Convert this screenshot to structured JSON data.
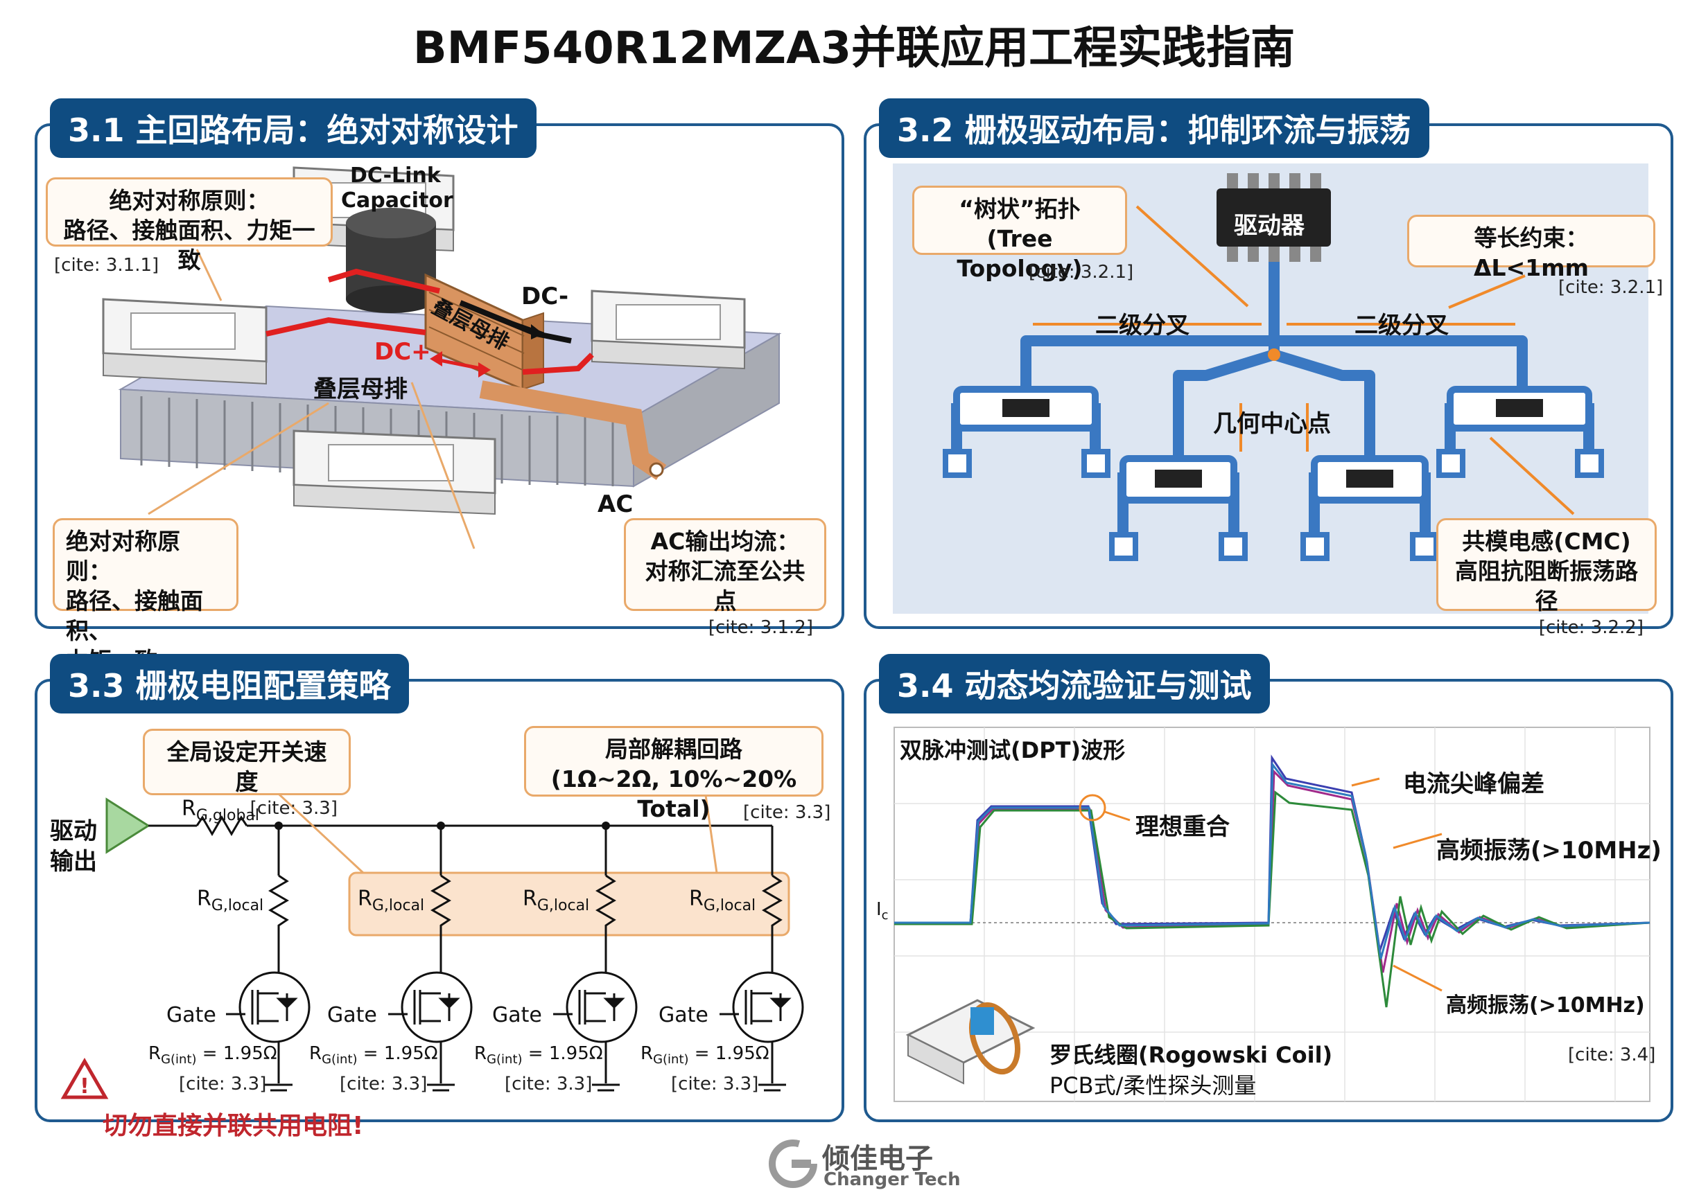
{
  "title": "BMF540R12MZA3并联应用工程实践指南",
  "panels": [
    {
      "heading": "3.1 主回路布局：绝对对称设计",
      "callout_top": {
        "line1": "绝对对称原则：",
        "line2": "路径、接触面积、力矩一致",
        "cite": "[cite: 3.1.1]"
      },
      "callout_bottom": {
        "line1": "绝对对称原则：",
        "line2": "路径、接触面积、",
        "line3": "力矩一致"
      },
      "callout_ac": {
        "line1": "AC输出均流：",
        "line2": "对称汇流至公共点",
        "cite": "[cite: 3.1.2]"
      },
      "dc_link": {
        "line1": "DC-Link",
        "line2": "Capacitor"
      },
      "busbar_label_1": "叠层母排",
      "busbar_label_2": "叠层母排",
      "dc_minus": "DC-",
      "dc_plus": "DC+",
      "ac": "AC"
    },
    {
      "heading": "3.2 栅极驱动布局：抑制环流与振荡",
      "tree": {
        "line1": "“树状”拓扑",
        "line2": "(Tree Topology)",
        "cite": "[cite: 3.2.1]"
      },
      "driver": "驱动器",
      "equal_length": {
        "text": "等长约束：ΔL<1mm",
        "cite": "[cite: 3.2.1]"
      },
      "branch_left": "二级分叉",
      "branch_right": "二级分叉",
      "center": "几何中心点",
      "cmc": {
        "line1": "共模电感(CMC)",
        "line2": "高阻抗阻断振荡路径",
        "cite": "[cite: 3.2.2]"
      }
    },
    {
      "heading": "3.3 栅极电阻配置策略",
      "global_callout": {
        "text": "全局设定开关速度",
        "cite": "[cite: 3.3]"
      },
      "local_callout": {
        "line1": "局部解耦回路",
        "line2": "(1Ω~2Ω, 10%~20% Total)",
        "cite": "[cite: 3.3]"
      },
      "driver_out": {
        "line1": "驱动",
        "line2": "输出"
      },
      "rg_global": {
        "main": "R",
        "sub": "G,global"
      },
      "rg_local": {
        "main": "R",
        "sub": "G,local"
      },
      "gate": "Gate",
      "rg_int": {
        "main": "R",
        "sub": "G(int)",
        "value": " = 1.95Ω"
      },
      "cite": "[cite: 3.3]",
      "warning": "切勿直接并联共用电阻!"
    },
    {
      "heading": "3.4 动态均流验证与测试",
      "chart_title": "双脉冲测试(DPT)波形",
      "ideal": "理想重合",
      "spike": "电流尖峰偏差",
      "osc_1": "高频振荡(>10MHz)",
      "osc_2": "高频振荡(>10MHz)",
      "ic": {
        "main": "I",
        "sub": "c"
      },
      "rogowski": {
        "line1": "罗氏线圈(Rogowski Coil)",
        "line2": "PCB式/柔性探头测量"
      },
      "cite": "[cite: 3.4]"
    }
  ],
  "brand": {
    "cn": "倾佳电子",
    "en": "Changer Tech"
  },
  "colors": {
    "panel_border": "#1f5a8f",
    "heading_bg": "#0f4c81",
    "callout_border": "#e9a96a",
    "warning": "#c0262d",
    "trace_blue": "#3a78c2"
  }
}
